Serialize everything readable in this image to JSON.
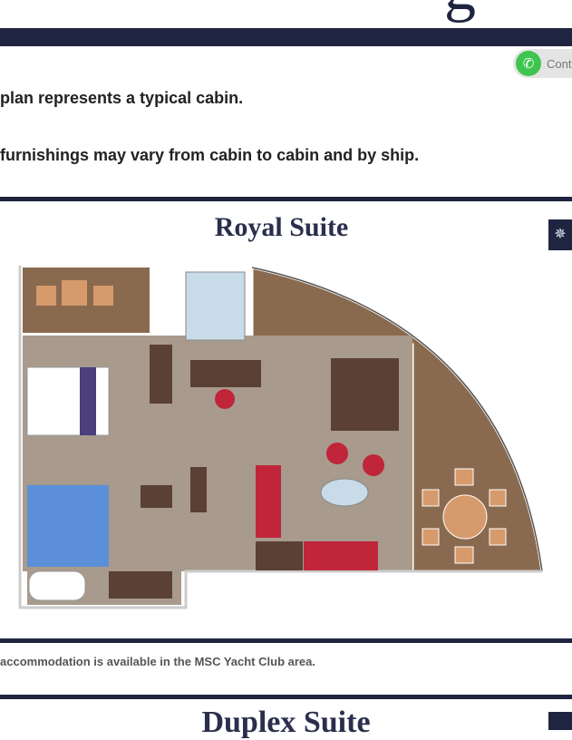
{
  "header": {
    "logo_fragment": "g"
  },
  "whatsapp": {
    "label": "Cont",
    "icon": "whatsapp-icon"
  },
  "notes": {
    "line1": "plan represents a typical cabin.",
    "line2": "furnishings may vary from cabin to cabin and by ship."
  },
  "floorplan": {
    "title": "Royal Suite",
    "badge_icon": "msc-yacht-club-icon"
  },
  "footnote": "accommodation is available in the MSC Yacht Club area.",
  "next_section": {
    "title": "Duplex Suite"
  },
  "colors": {
    "navy": "#1f2540",
    "deck": "#8a6a4f",
    "floor": "#a89a8c",
    "furniture": "#5b4035",
    "sofa": "#c0253a",
    "bath": "#5b8fd8"
  }
}
